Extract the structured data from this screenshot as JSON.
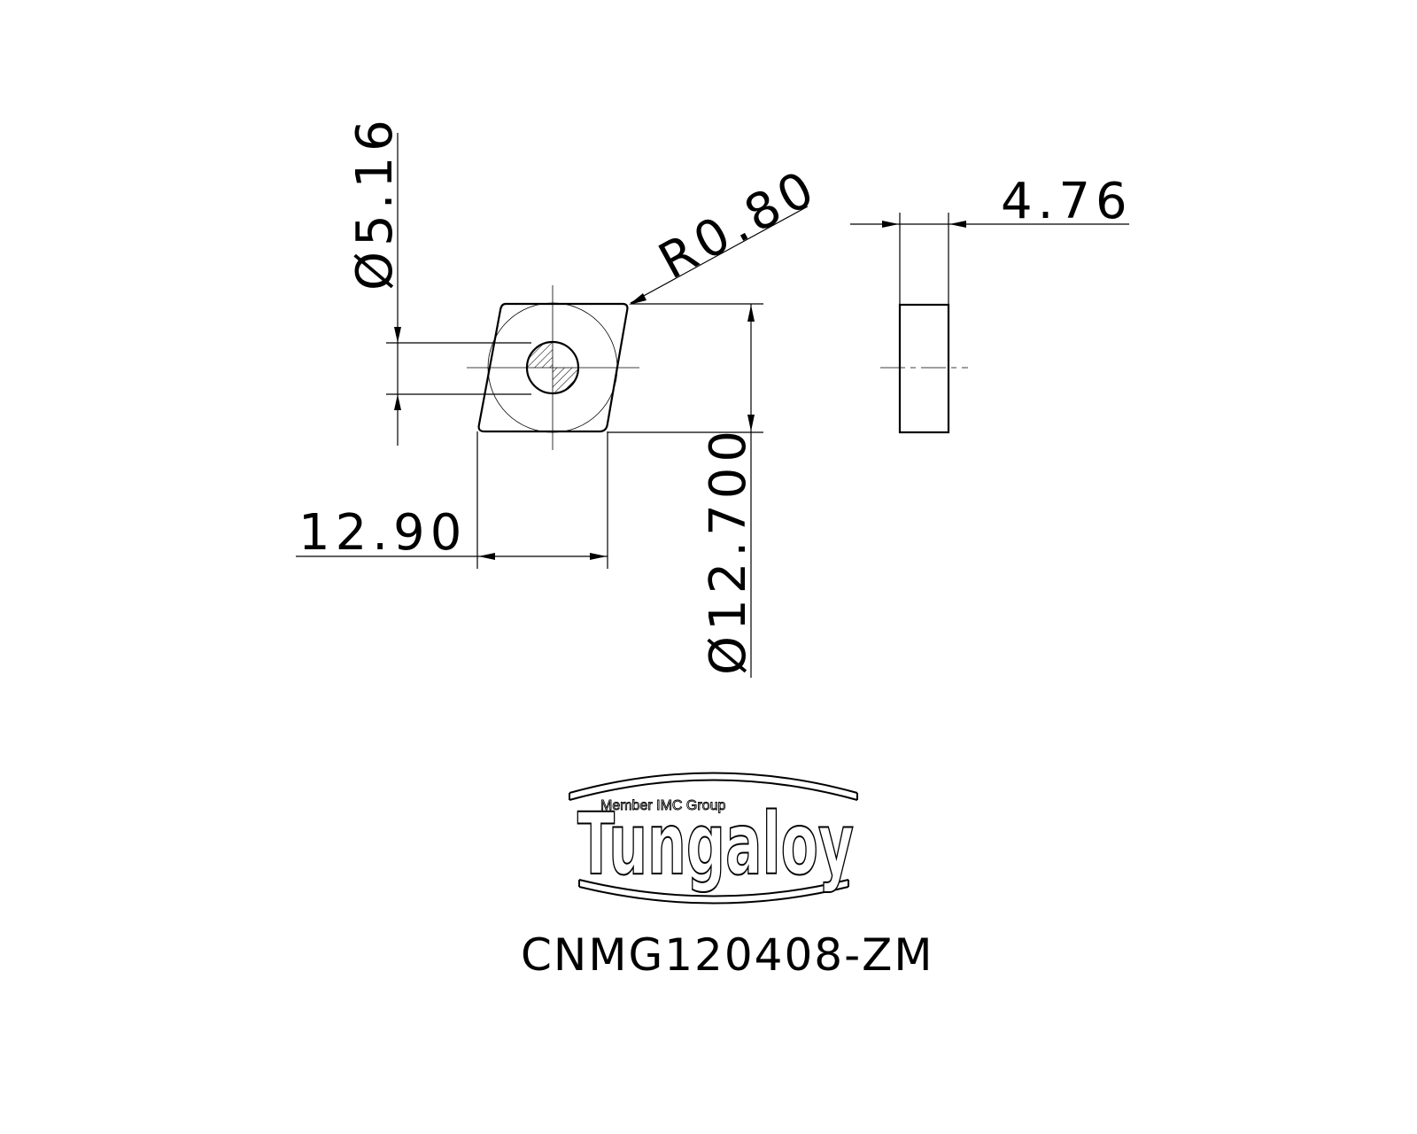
{
  "dimensions": {
    "hole_diameter": "Ø5.16",
    "corner_radius": "R0.80",
    "thickness": "4.76",
    "length": "12.90",
    "inscribed_circle": "Ø12.700"
  },
  "logo": {
    "subtitle": "Member IMC Group",
    "brand": "Tungaloy"
  },
  "part_code": "CNMG120408-ZM"
}
